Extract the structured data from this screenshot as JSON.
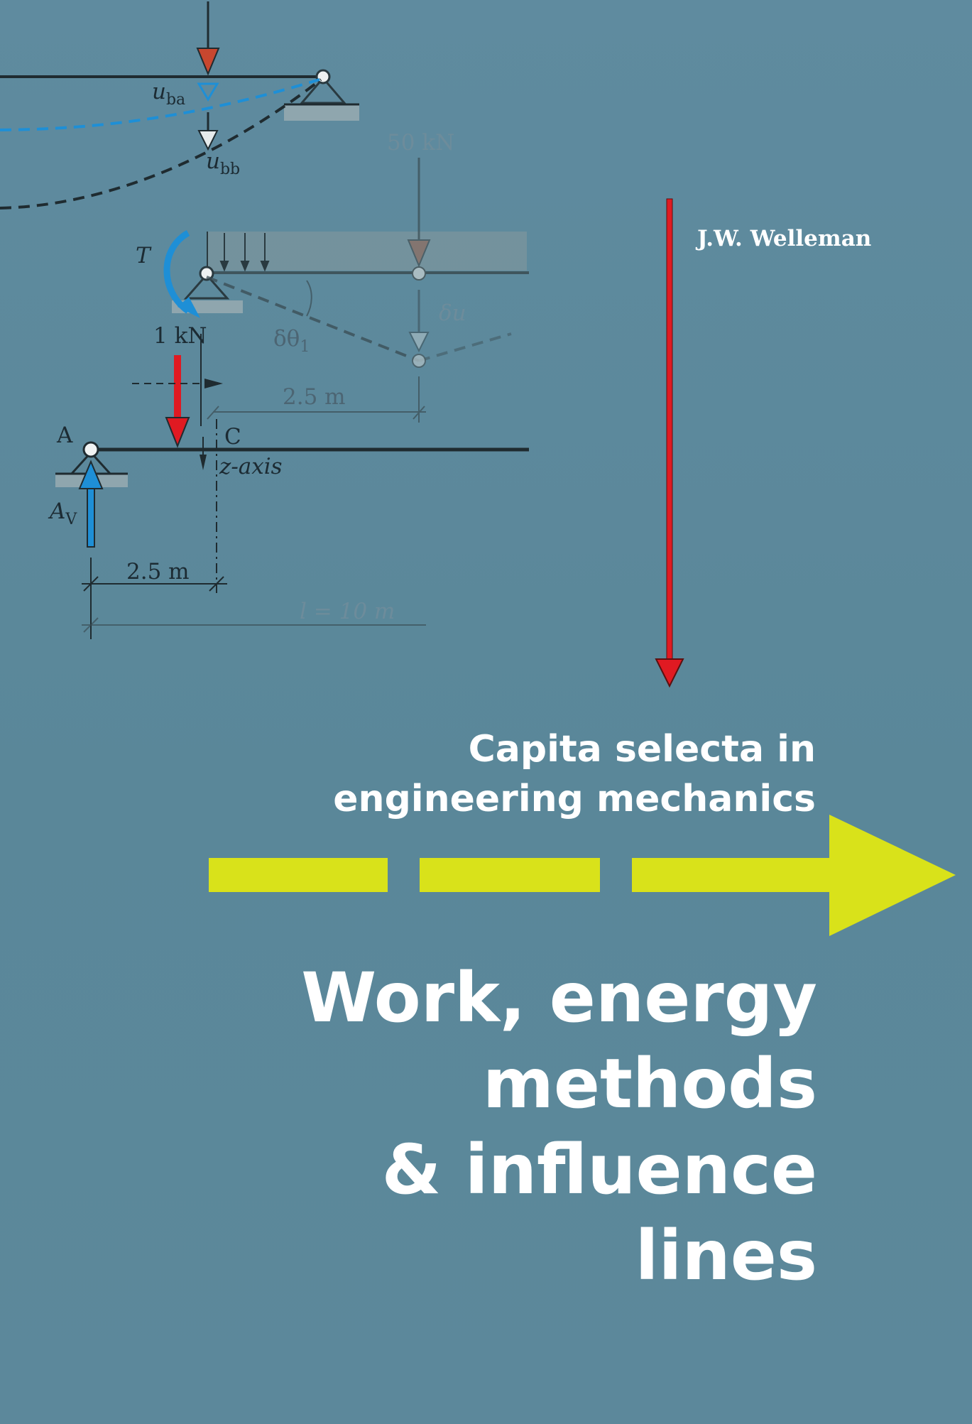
{
  "author": "J.W. Welleman",
  "series": {
    "line1": "Capita selecta in",
    "line2": "engineering mechanics"
  },
  "title": {
    "line1": "Work, energy",
    "line2": "methods",
    "line3": "& influence",
    "line4": "lines"
  },
  "diagram": {
    "u_ba_main": "u",
    "u_ba_sub": "ba",
    "u_bb_main": "u",
    "u_bb_sub": "bb",
    "load_50": "50 kN",
    "torque": "T",
    "delta_theta_main": "δθ",
    "delta_theta_sub": "1",
    "delta_u": "δu",
    "load_1kn": "1 kN",
    "dim_2_5_upper": "2.5 m",
    "point_a": "A",
    "point_c": "C",
    "z_axis": "z-axis",
    "av_main": "A",
    "av_sub": "V",
    "dim_2_5_lower": "2.5 m",
    "span_length": "l = 10 m"
  },
  "colors": {
    "background": "#5e8a9e",
    "red_arrow": "#e01a22",
    "yellow_arrow": "#d9e21a",
    "load_arrow": "#c8472f",
    "blue_line": "#1e8fd6"
  }
}
